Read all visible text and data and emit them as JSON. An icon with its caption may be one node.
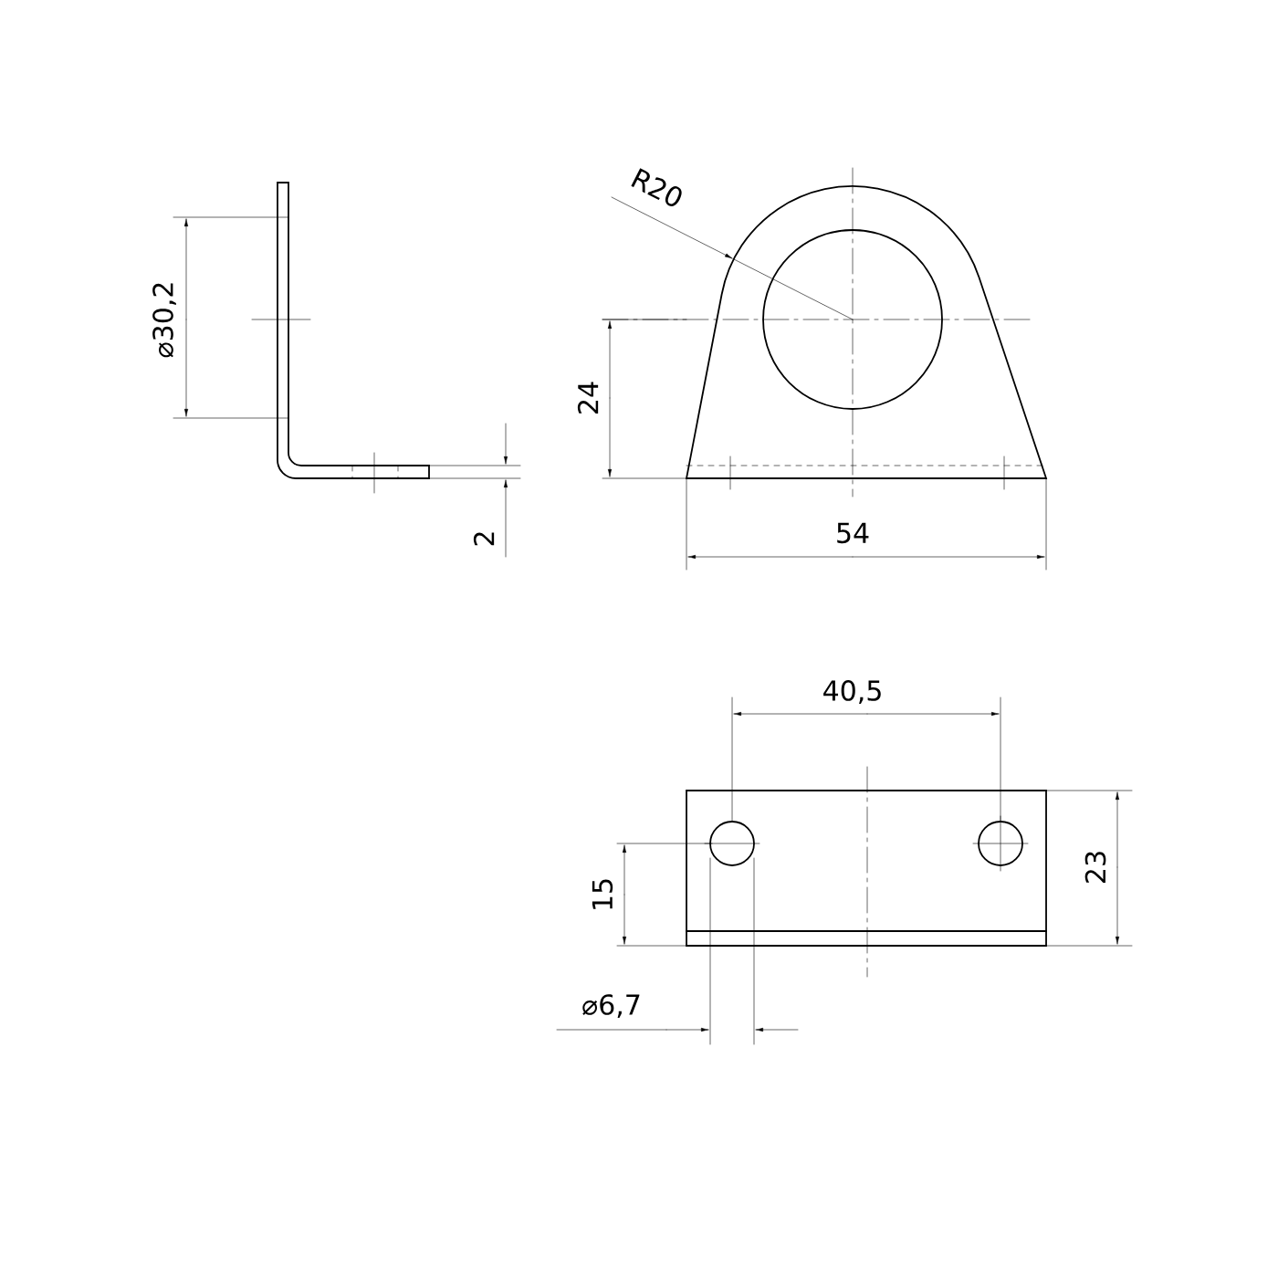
{
  "diagram": {
    "labels": [
      "R20",
      "⌀30,2",
      "24",
      "2",
      "54",
      "40,5",
      "23",
      "15",
      "⌀6,7"
    ]
  }
}
